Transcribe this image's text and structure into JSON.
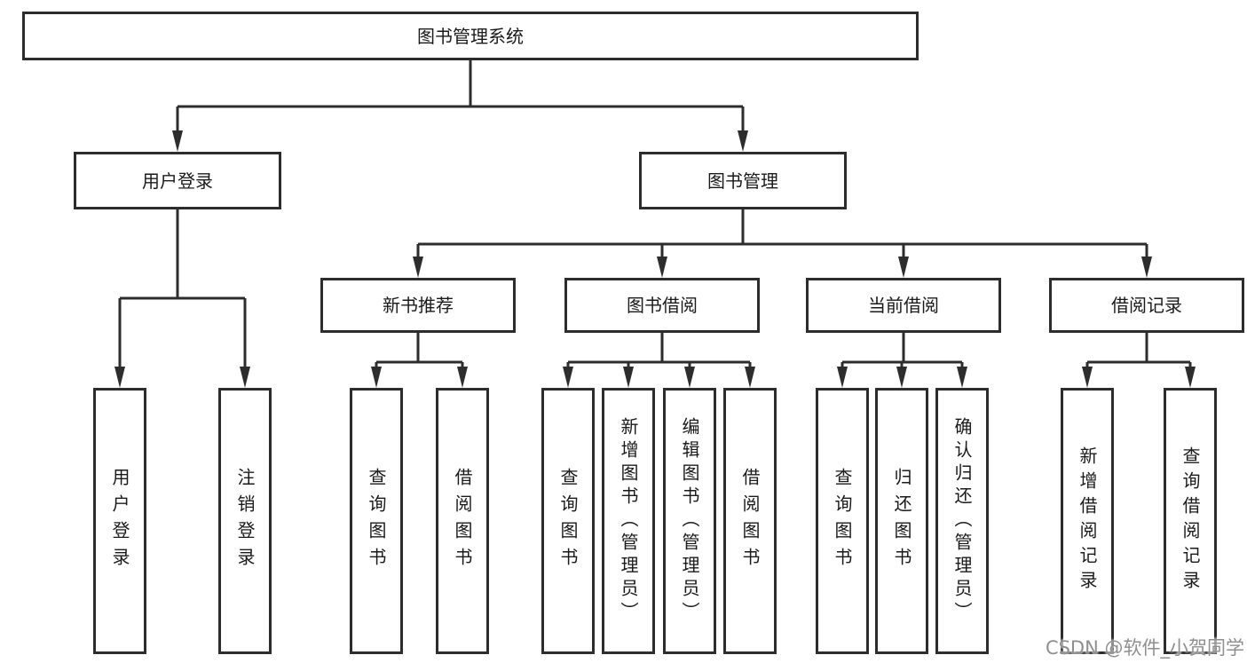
{
  "tree": {
    "root": {
      "label": "图书管理系统",
      "children": [
        {
          "label": "用户登录",
          "children": [
            {
              "label": "用户登录"
            },
            {
              "label": "注销登录"
            }
          ]
        },
        {
          "label": "图书管理",
          "children": [
            {
              "label": "新书推荐",
              "children": [
                {
                  "label": "查询图书"
                },
                {
                  "label": "借阅图书"
                }
              ]
            },
            {
              "label": "图书借阅",
              "children": [
                {
                  "label": "查询图书"
                },
                {
                  "label": "新增图书（管理员）"
                },
                {
                  "label": "编辑图书（管理员）"
                },
                {
                  "label": "借阅图书"
                }
              ]
            },
            {
              "label": "当前借阅",
              "children": [
                {
                  "label": "查询图书"
                },
                {
                  "label": "归还图书"
                },
                {
                  "label": "确认归还（管理员）"
                }
              ]
            },
            {
              "label": "借阅记录",
              "children": [
                {
                  "label": "新增借阅记录"
                },
                {
                  "label": "查询借阅记录"
                }
              ]
            }
          ]
        }
      ]
    }
  },
  "watermark": "CSDN @软件_小贺同学",
  "colors": {
    "line": "#2d2d2d",
    "text": "#1a1a1a",
    "watermark": "#8f8f8f",
    "background": "#ffffff"
  }
}
